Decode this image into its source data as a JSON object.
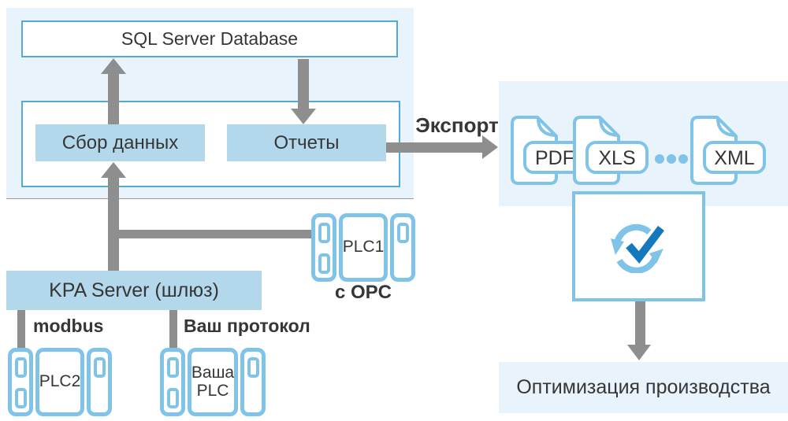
{
  "colors": {
    "panel_bg": "#E8F3FB",
    "border_blue": "#55A9D8",
    "fill_blue": "#B3D8EC",
    "icon_blue": "#7FC4E8",
    "arrow_gray": "#8E8E8E",
    "check_blue": "#1478BD",
    "text": "#363636"
  },
  "top": {
    "database_label": "SQL Server Database",
    "collect_label": "Сбор данных",
    "reports_label": "Отчеты",
    "export_label": "Экспорт"
  },
  "files": {
    "items": [
      {
        "label": "PDF"
      },
      {
        "label": "XLS"
      },
      {
        "label": "XML"
      }
    ],
    "ellipsis_icon": "three-dots"
  },
  "sync_icon": "sync-check",
  "gateway": {
    "label": "KPA Server (шлюз)"
  },
  "protocols": {
    "modbus_label": "modbus",
    "custom_label": "Ваш протокол",
    "opc_label": "с OPC"
  },
  "plc": {
    "plc1_label": "PLC1",
    "plc2_label": "PLC2",
    "custom_label": "Ваша PLC"
  },
  "result": {
    "label": "Оптимизация производства"
  }
}
